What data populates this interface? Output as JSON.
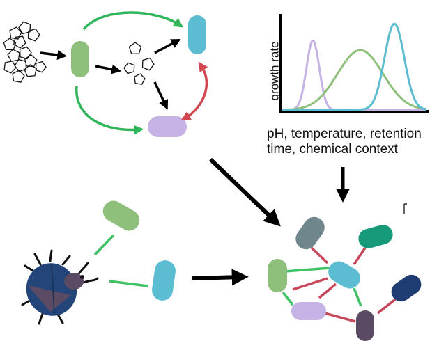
{
  "growth_chart": {
    "ylabel": "growth rate",
    "xlabel_line1": "pH, temperature, retention",
    "xlabel_line2": "time, chemical context"
  },
  "colors": {
    "green": "#8ec07c",
    "teal": "#5bbcd2",
    "purple": "#c6b3e6",
    "slate": "#6f868c",
    "emerald": "#169a7a",
    "navy": "#1f3d72",
    "plum": "#5a4a63",
    "beetle": "#23457a",
    "arrow_green": "#2fb55a",
    "arrow_red": "#d0474f",
    "edge_green": "#3fc165",
    "edge_red": "#c8475a"
  },
  "icons": {
    "polysaccharide": "polymer-cluster-icon",
    "monomers": "pentagon-monomer-icon",
    "host": "beetle-icon"
  }
}
